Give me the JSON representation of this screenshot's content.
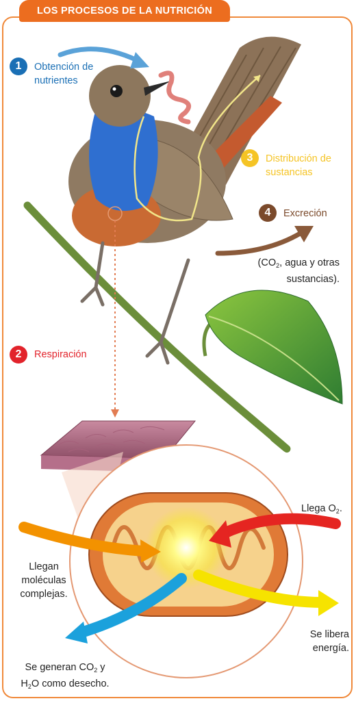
{
  "title": "LOS PROCESOS DE LA NUTRICIÓN",
  "steps": [
    {
      "number": "1",
      "label_line1": "Obtención de",
      "label_line2": "nutrientes",
      "color": "#1a6fb5"
    },
    {
      "number": "2",
      "label_line1": "Respiración",
      "color": "#e2232b"
    },
    {
      "number": "3",
      "label_line1": "Distribución de",
      "label_line2": "sustancias",
      "color": "#f5c425"
    },
    {
      "number": "4",
      "label_line1": "Excreción",
      "color": "#7b4a2b"
    }
  ],
  "excretion_note": {
    "line1_a": "(CO",
    "line1_sub": "2",
    "line1_b": ", agua y otras",
    "line2": "sustancias)."
  },
  "cell_labels": {
    "o2_a": "Llega O",
    "o2_sub": "2",
    "o2_b": ".",
    "molecules_1": "Llegan",
    "molecules_2": "moléculas",
    "molecules_3": "complejas.",
    "energy_1": "Se libera",
    "energy_2": "energía.",
    "waste_1a": "Se generan CO",
    "waste_1sub": "2",
    "waste_1b": " y",
    "waste_2a": "H",
    "waste_2sub": "2",
    "waste_2b": "O como desecho."
  },
  "colors": {
    "accent_orange": "#ec6d1f",
    "arrow_blue": "#5aa2d8",
    "arrow_red": "#e52521",
    "arrow_yellow": "#f6e300",
    "arrow_orange": "#f39200",
    "arrow_cyan": "#1ba1dc",
    "arrow_brown": "#8a5a3a"
  }
}
